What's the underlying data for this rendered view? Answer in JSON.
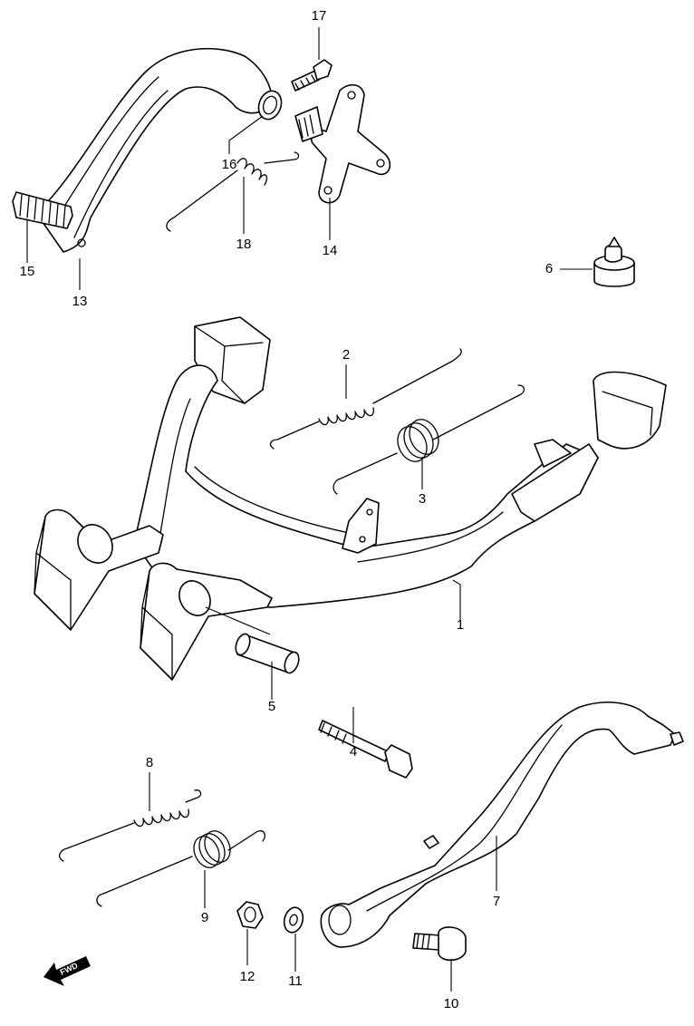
{
  "callouts": {
    "c1": "1",
    "c2": "2",
    "c3": "3",
    "c4": "4",
    "c5": "5",
    "c6": "6",
    "c7": "7",
    "c8": "8",
    "c9": "9",
    "c10": "10",
    "c11": "11",
    "c12": "12",
    "c13": "13",
    "c14": "14",
    "c15": "15",
    "c16": "16",
    "c17": "17",
    "c18": "18"
  },
  "direction_marker": {
    "label": "FWD"
  }
}
